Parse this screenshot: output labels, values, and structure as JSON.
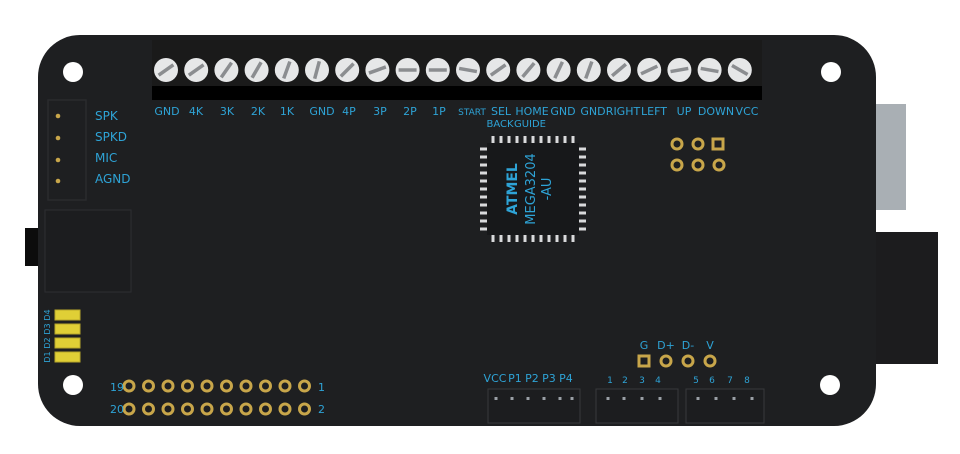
{
  "terminal_labels": [
    "GND",
    "4K",
    "3K",
    "2K",
    "1K",
    "GND",
    "4P",
    "3P",
    "2P",
    "1P",
    "START",
    "SEL",
    "HOME",
    "GND",
    "GND",
    "RIGHT",
    "LEFT",
    "UP",
    "DOWN",
    "VCC"
  ],
  "back_guide_labels": [
    "BACK",
    "GUIDE"
  ],
  "audio_labels": [
    "SPK",
    "SPKD",
    "MIC",
    "AGND"
  ],
  "chip_lines": [
    "ATMEL",
    "MEGA3204",
    "-AU"
  ],
  "usb_labels": [
    "G",
    "D+",
    "D-",
    "V"
  ],
  "header_pin_labels": {
    "top_left": "19",
    "top_right": "1",
    "bottom_left": "20",
    "bottom_right": "2"
  },
  "bottom_connector_labels": [
    "VCC",
    "P1",
    "P2",
    "P3",
    "P4"
  ],
  "bottom_numbers_left": [
    "1",
    "2",
    "3",
    "4"
  ],
  "bottom_numbers_right": [
    "5",
    "6",
    "7",
    "8"
  ],
  "led_labels": [
    "D1",
    "D2",
    "D3",
    "D4"
  ],
  "colors": {
    "board": "#1e1f21",
    "silkscreen": "#2ea3d6",
    "pad_gold": "#c8a64a",
    "usb_shell": "#a9afb4",
    "led_yellow": "#e0cf36"
  }
}
